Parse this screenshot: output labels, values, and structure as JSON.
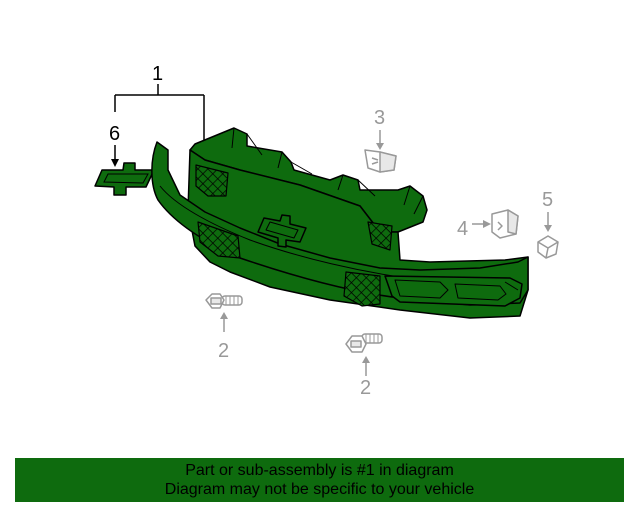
{
  "colors": {
    "part_green": "#0e6b0e",
    "part_outline": "#000000",
    "gray_parts": "#999999",
    "banner_bg": "#0e6b0e"
  },
  "callouts": {
    "grille_assembly": "1",
    "bolt_left": "2",
    "bolt_right": "2",
    "clip_top": "3",
    "clip_mid": "4",
    "clip_right": "5",
    "emblem": "6"
  },
  "banner": {
    "line1": "Part or sub-assembly is #1 in diagram",
    "line2": "Diagram may not be specific to your vehicle"
  }
}
